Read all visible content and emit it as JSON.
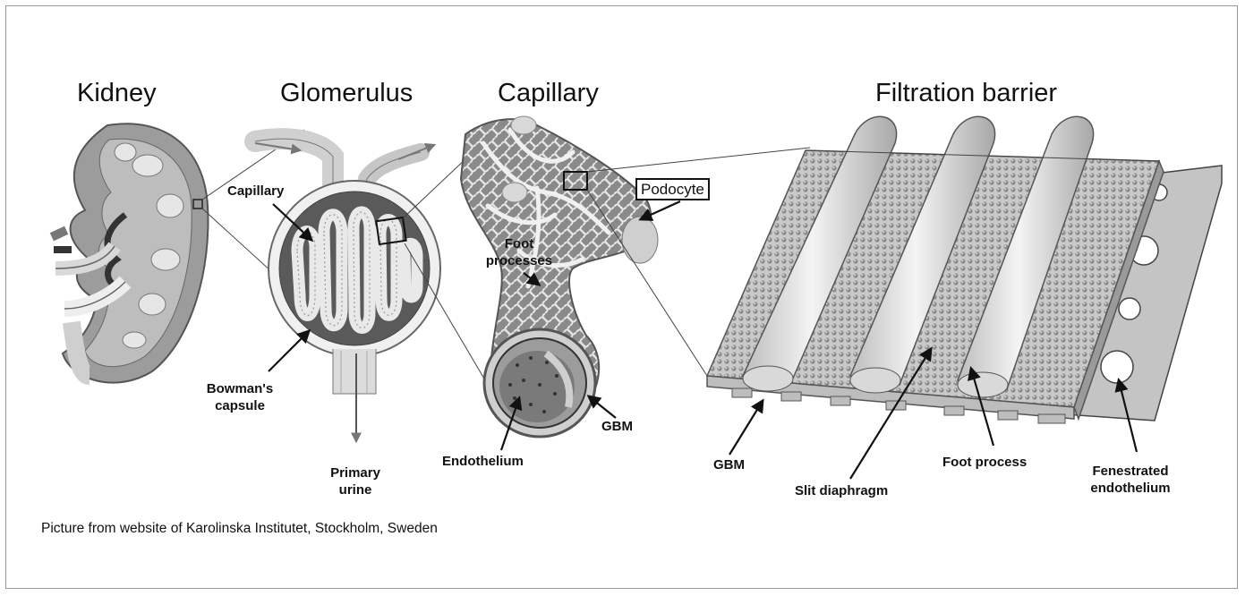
{
  "titles": {
    "kidney": "Kidney",
    "glomerulus": "Glomerulus",
    "capillary": "Capillary",
    "filtration_barrier": "Filtration barrier"
  },
  "labels": {
    "capillary": "Capillary",
    "bowmans_capsule": [
      "Bowman's",
      "capsule"
    ],
    "primary_urine": [
      "Primary",
      "urine"
    ],
    "foot_processes": [
      "Foot",
      "processes"
    ],
    "podocyte": "Podocyte",
    "endothelium": "Endothelium",
    "gbm_capillary": "GBM",
    "gbm_barrier": "GBM",
    "slit_diaphragm": "Slit diaphragm",
    "foot_process": "Foot process",
    "fenestrated_endothelium": [
      "Fenestrated",
      "endothelium"
    ]
  },
  "credit": "Picture from website of Karolinska Institutet, Stockholm, Sweden"
}
